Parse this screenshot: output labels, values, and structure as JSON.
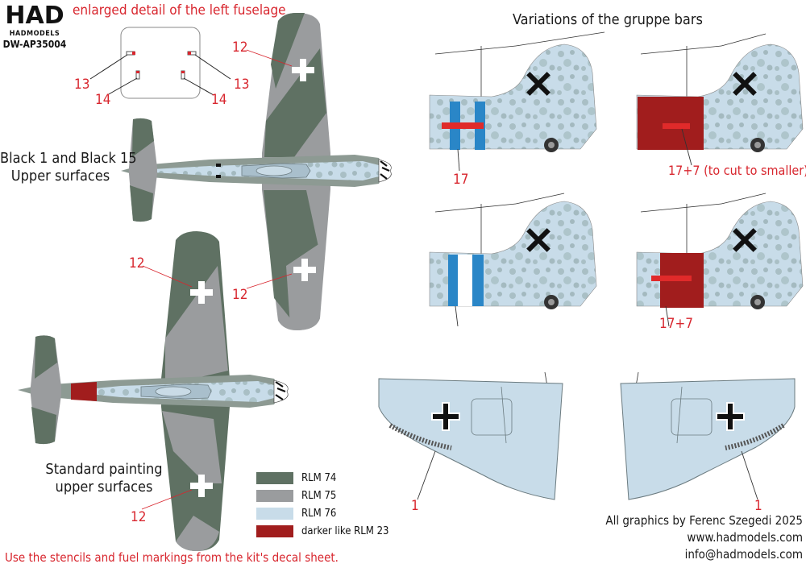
{
  "logo": {
    "brand": "HAD",
    "company": "HADMODELS",
    "product_code": "DW-AP35004"
  },
  "detail_title": "enlarged detail of the left fuselage",
  "detail_callouts": [
    "13",
    "14",
    "14",
    "13"
  ],
  "aircraft1_caption": [
    "Black 1 and Black 15",
    "Upper surfaces"
  ],
  "aircraft1_callouts": [
    "12",
    "12"
  ],
  "aircraft2_caption": [
    "Standard painting",
    "upper surfaces"
  ],
  "aircraft2_callouts": [
    "12",
    "12"
  ],
  "gruppe_title": "Variations of the gruppe bars",
  "tail_callouts": [
    "17",
    "17+7 (to cut to smaller)",
    "17+7"
  ],
  "wing_callouts": [
    "1",
    "1"
  ],
  "legend": [
    {
      "label": "RLM 74",
      "color": "#5f7163"
    },
    {
      "label": "RLM 75",
      "color": "#9a9c9e"
    },
    {
      "label": "RLM 76",
      "color": "#c8dce9"
    },
    {
      "label": "darker like RLM 23",
      "color": "#a11d1d"
    }
  ],
  "footer_note": "Use the stencils and fuel markings from the kit's decal sheet.",
  "credits": {
    "author": "All graphics by Ferenc Szegedi 2025",
    "website": "www.hadmodels.com",
    "email": "info@hadmodels.com"
  }
}
